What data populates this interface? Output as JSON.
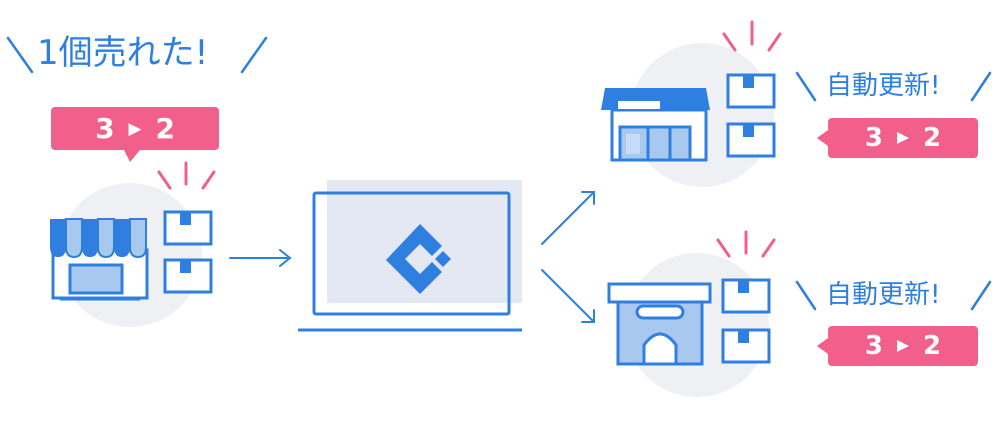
{
  "sold_label": "1個売れた!",
  "update_label": "自動更新!",
  "stock": {
    "before": "3",
    "arrow": "▶",
    "after": "2"
  },
  "colors": {
    "blue": "#2f7fe0",
    "light_blue": "#a8c8f0",
    "pink": "#f25f8b",
    "gray_circle": "#eef0f4",
    "screen_fill": "#e3e8f2"
  }
}
